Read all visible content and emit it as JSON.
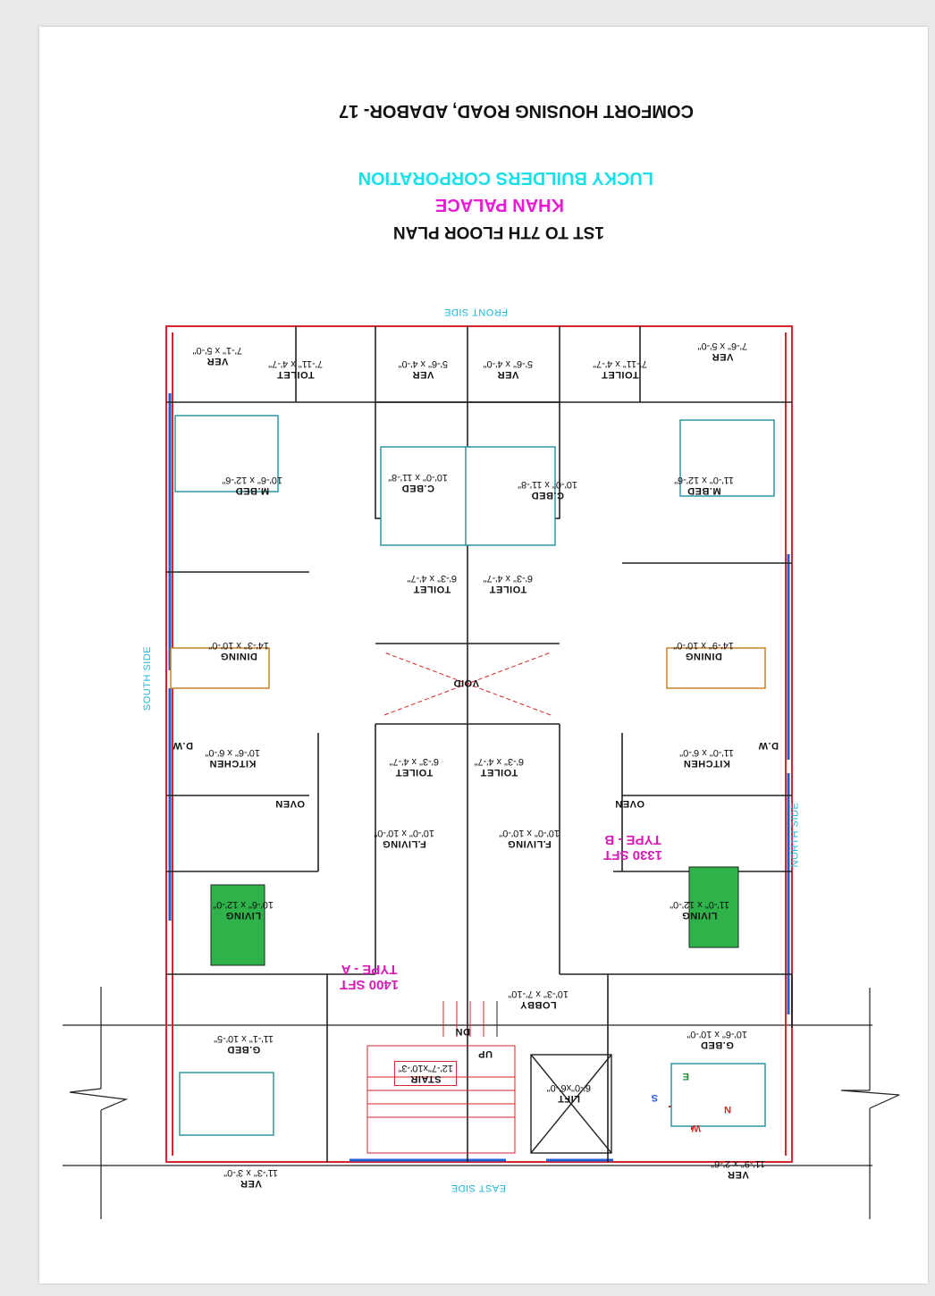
{
  "header": {
    "address": "COMFORT HOUSING ROAD, ADABOR- 17",
    "company": "LUCKY BUILDERS CORPORATION",
    "project": "KHAN PALACE",
    "plan_title": "1ST TO 7TH  FLOOR PLAN"
  },
  "compass": {
    "n": "N",
    "s": "S",
    "e": "E",
    "w": "W"
  },
  "sides": {
    "front": "FRONT SIDE",
    "east": "EAST SIDE",
    "south": "SOUTH SIDE",
    "north": "NORTH SIDE"
  },
  "types": {
    "a_name": "TYPE - A",
    "a_area": "1400 SFT",
    "b_name": "TYPE - B",
    "b_area": "1330 SFT"
  },
  "rooms": {
    "ver_a_top": {
      "name": "VER",
      "size": "7'-1\" x 5'-0\""
    },
    "toilet_a_top": {
      "name": "TOILET",
      "size": "7'-11\" x 4'-7\""
    },
    "ver_a_mid": {
      "name": "VER",
      "size": "5'-6\" x 4'-0\""
    },
    "ver_b_mid": {
      "name": "VER",
      "size": "5'-6\" x 4'-0\""
    },
    "toilet_b_top": {
      "name": "TOILET",
      "size": "7'-11\" x 4'-7\""
    },
    "ver_b_top": {
      "name": "VER",
      "size": "7'-6\" x 5'-0\""
    },
    "mbed_a": {
      "name": "M.BED",
      "size": "10'-6\" x 12'-6\""
    },
    "cbed_a": {
      "name": "C.BED",
      "size": "10'-0\" x 11'-8\""
    },
    "cbed_b": {
      "name": "C.BED",
      "size": "10'-0\" x 11'-8\""
    },
    "mbed_b": {
      "name": "M.BED",
      "size": "11'-0\" x 12'-6\""
    },
    "toilet_a_mid": {
      "name": "TOILET",
      "size": "6'-3\" x 4'-7\""
    },
    "toilet_b_mid": {
      "name": "TOILET",
      "size": "6'-3\" x 4'-7\""
    },
    "dining_a": {
      "name": "DINING",
      "size": "14'-3\" x 10'-0\""
    },
    "dining_b": {
      "name": "DINING",
      "size": "14'-9\" x 10'-0\""
    },
    "void": {
      "name": "VOID"
    },
    "kitchen_a": {
      "name": "KITCHEN",
      "size": "10'-6\" x 6'-0\""
    },
    "kitchen_b": {
      "name": "KITCHEN",
      "size": "11'-0\" x 6'-0\""
    },
    "toilet_a_low": {
      "name": "TOILET",
      "size": "6'-3\" x 4'-7\""
    },
    "toilet_b_low": {
      "name": "TOILET",
      "size": "6'-3\" x 4'-7\""
    },
    "dw": "D.W",
    "oven": "OVEN",
    "fliving_a": {
      "name": "F.LIVING",
      "size": "10'-0\" x 10'-0\""
    },
    "fliving_b": {
      "name": "F.LIVING",
      "size": "10'-0\" x 10'-0\""
    },
    "living_a": {
      "name": "LIVING",
      "size": "10'-6\" x 12'-0\""
    },
    "living_b": {
      "name": "LIVING",
      "size": "11'-0\" x 12'-0\""
    },
    "lobby": {
      "name": "LOBBY",
      "size": "10'-3\" x 7'-10\""
    },
    "gbed_a": {
      "name": "G.BED",
      "size": "11'-1\" x 10'-5\""
    },
    "gbed_b": {
      "name": "G.BED",
      "size": "10'-6\" x 10'-0\""
    },
    "stair": {
      "name": "STAIR",
      "size": "12'-7\"x10'-3\""
    },
    "lift": {
      "name": "LIFT",
      "size": "6'-0\"x6'-0\""
    },
    "ver_a_low": {
      "name": "VER",
      "size": "11'-3\" x 3'-0\""
    },
    "ver_b_low": {
      "name": "VER",
      "size": "11'-9\" x 2'-6\""
    },
    "up": "UP",
    "dn": "DN"
  },
  "colors": {
    "wall": "#222222",
    "outer_wall": "#d2262c",
    "window": "#1f5fd0",
    "furniture_bed": "#1f8fa0",
    "furniture_dining": "#c47a1a",
    "rug": "#2fb24a",
    "company_text": "#18e0e8",
    "project_text": "#e81ad6",
    "type_text": "#d81ab4"
  }
}
